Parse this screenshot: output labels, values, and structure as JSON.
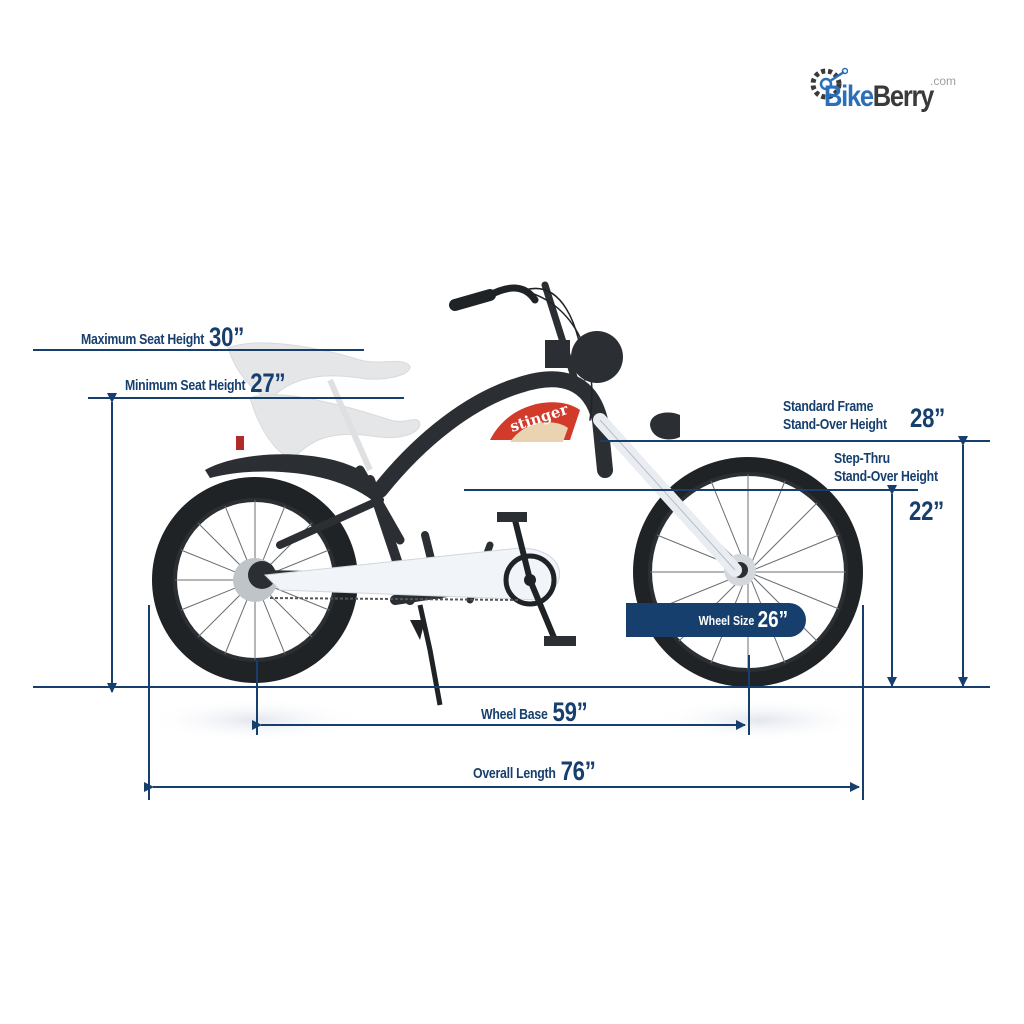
{
  "brand": {
    "logo_main_1": "Bike",
    "logo_main_2": "Berry",
    "logo_suffix": ".com",
    "colors": {
      "bike": "#2a6fb8",
      "berry": "#3a3a3a",
      "gear": "#3a3a3a"
    }
  },
  "frame_decal": "stinger",
  "accent_color": "#173f6e",
  "measurements": {
    "max_seat_height": {
      "label": "Maximum Seat Height",
      "value": "30”"
    },
    "min_seat_height": {
      "label": "Minimum Seat Height",
      "value": "27”"
    },
    "standard_standover": {
      "label_line1": "Standard Frame",
      "label_line2": "Stand-Over Height",
      "value": "28”"
    },
    "stepthru_standover": {
      "label_line1": "Step-Thru",
      "label_line2": "Stand-Over Height",
      "value": "22”"
    },
    "wheel_size": {
      "label": "Wheel Size",
      "value": "26”"
    },
    "wheel_base": {
      "label": "Wheel Base",
      "value": "59”"
    },
    "overall_length": {
      "label": "Overall Length",
      "value": "76”"
    }
  }
}
